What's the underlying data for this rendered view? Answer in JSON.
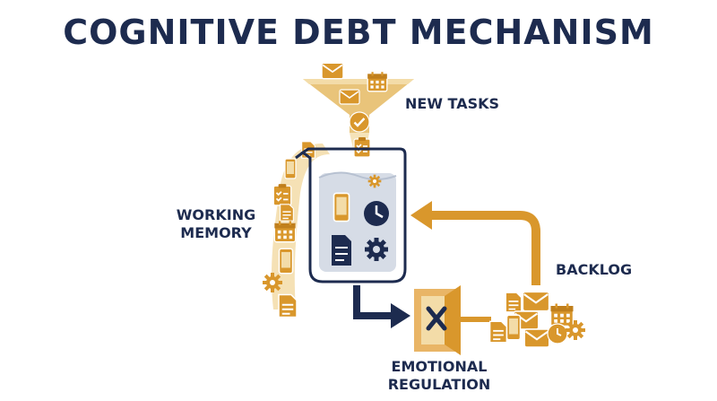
{
  "title": "COGNITIVE DEBT MECHANISM",
  "labels": {
    "new_tasks": "NEW TASKS",
    "working_memory_1": "WORKING",
    "working_memory_2": "MEMORY",
    "backlog": "BACKLOG",
    "emotional_regulation_1": "EMOTIONAL",
    "emotional_regulation_2": "REGULATION"
  },
  "colors": {
    "navy": "#1d2b4f",
    "gold": "#d9972c",
    "gold_light": "#f3dca8",
    "liquid": "#d6dce6",
    "glass": "#f4f6f9"
  },
  "icons": [
    "envelope-icon",
    "calendar-icon",
    "checkmark-icon",
    "document-icon",
    "phone-icon",
    "clock-icon",
    "gear-icon",
    "clipboard-icon",
    "file-icon"
  ]
}
